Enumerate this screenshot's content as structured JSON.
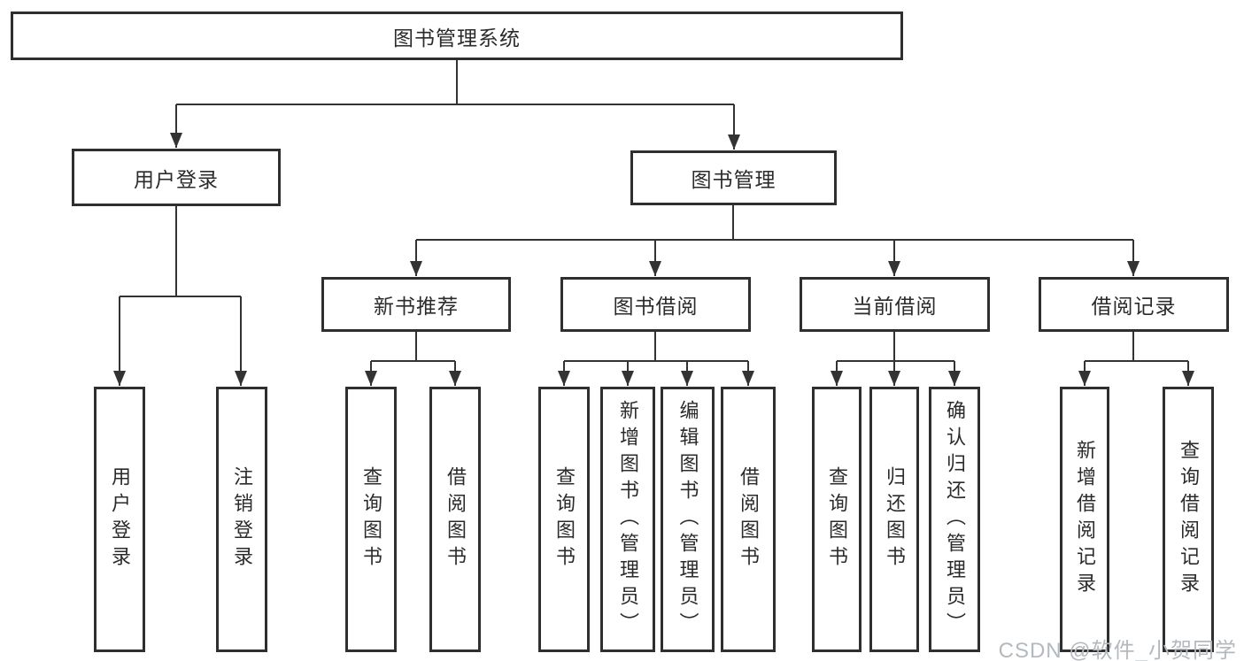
{
  "diagram": {
    "root": {
      "label": "图书管理系统"
    },
    "branches": [
      {
        "label": "用户登录",
        "children": [
          {
            "label": "用户登录"
          },
          {
            "label": "注销登录"
          }
        ]
      },
      {
        "label": "图书管理",
        "children": [
          {
            "label": "新书推荐",
            "children": [
              {
                "label": "查询图书"
              },
              {
                "label": "借阅图书"
              }
            ]
          },
          {
            "label": "图书借阅",
            "children": [
              {
                "label": "查询图书"
              },
              {
                "label": "新增图书（管理员）"
              },
              {
                "label": "编辑图书（管理员）"
              },
              {
                "label": "借阅图书"
              }
            ]
          },
          {
            "label": "当前借阅",
            "children": [
              {
                "label": "查询图书"
              },
              {
                "label": "归还图书"
              },
              {
                "label": "确认归还（管理员）"
              }
            ]
          },
          {
            "label": "借阅记录",
            "children": [
              {
                "label": "新增借阅记录"
              },
              {
                "label": "查询借阅记录"
              }
            ]
          }
        ]
      }
    ]
  },
  "watermark": {
    "text": "CSDN @软件_小贺同学"
  },
  "colors": {
    "line": "#333333",
    "box_border": "#2f2f2f",
    "text": "#2b2b2b",
    "background": "#ffffff",
    "watermark": "#b3b9be"
  }
}
